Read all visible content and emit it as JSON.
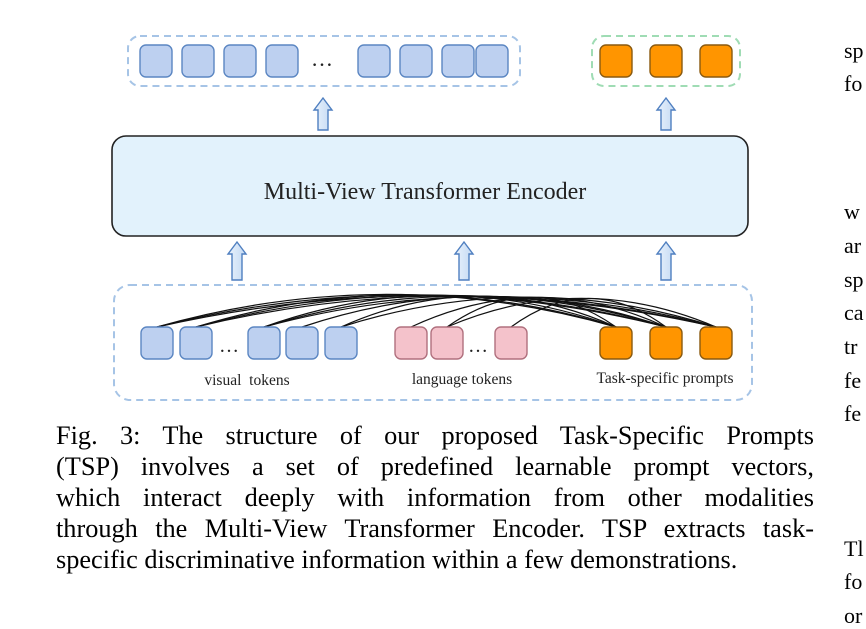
{
  "figure": {
    "encoder_label": "Multi-View Transformer Encoder",
    "ellipsis": "…",
    "labels": {
      "visual": "visual  tokens",
      "language": "language tokens",
      "prompts": "Task-specific prompts"
    },
    "colors": {
      "visual_token": "#bdd0f0",
      "language_token": "#f4c2cb",
      "prompt_token": "#ff9500",
      "encoder_fill": "#e2f2fc",
      "blue_dashed_border": "#a6c4e6",
      "green_dashed_border": "#9fdcb4"
    }
  },
  "caption": {
    "lines": [
      "Fig. 3: The structure of our proposed Task-Specific Prompts",
      "(TSP) involves a set of predefined learnable prompt vectors,",
      "which interact deeply with information from other modalities",
      "through the Multi-View Transformer Encoder. TSP extracts task-",
      "specific discriminative information within a few demonstrations."
    ]
  },
  "side_text": {
    "top_lines": [
      "sp",
      "fo"
    ],
    "middle_lines": [
      "w",
      "ar",
      "sp",
      "ca",
      "tr",
      "fe",
      "fe"
    ],
    "bottom_lines": [
      "Tl",
      "fo",
      "or"
    ]
  }
}
